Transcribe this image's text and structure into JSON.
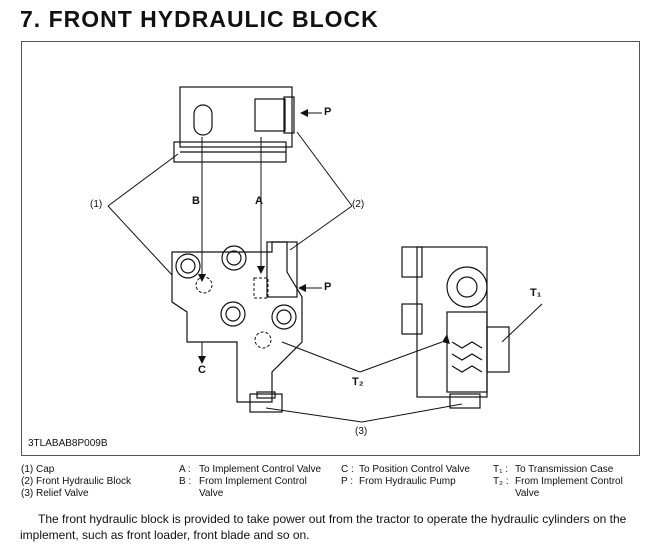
{
  "heading": "7.  FRONT  HYDRAULIC  BLOCK",
  "figure": {
    "id": "3TLABAB8P009B",
    "callouts": {
      "c1": "(1)",
      "c2": "(2)",
      "c3": "(3)",
      "A": "A",
      "B": "B",
      "C": "C",
      "P_top": "P",
      "P_mid": "P",
      "T1": "T₁",
      "T2": "T₂"
    }
  },
  "legend": {
    "col1": [
      "(1)  Cap",
      "(2)  Front Hydraulic Block",
      "(3)  Relief Valve"
    ],
    "col2": [
      {
        "key": "A :",
        "text": "To Implement Control Valve"
      },
      {
        "key": "B :",
        "text": "From Implement Control"
      },
      {
        "key": "",
        "text": "Valve"
      }
    ],
    "col3": [
      {
        "key": "C :",
        "text": "To Position Control Valve"
      },
      {
        "key": "P :",
        "text": "From Hydraulic Pump"
      }
    ],
    "col4": [
      {
        "key": "T₁ :",
        "text": "To Transmission Case"
      },
      {
        "key": "T₂ :",
        "text": "From Implement Control"
      },
      {
        "key": "",
        "text": "Valve"
      }
    ]
  },
  "paragraph": "The front hydraulic block is provided to take power out from the tractor to operate the hydraulic cylinders on the implement, such as front loader, front blade and so on."
}
